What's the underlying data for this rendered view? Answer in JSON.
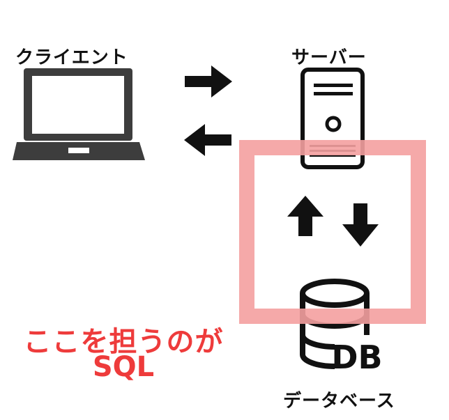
{
  "labels": {
    "client": "クライエント",
    "server": "サーバー",
    "database": "データベース"
  },
  "database_icon_text": "DB",
  "caption": {
    "line1": "ここを担うのが",
    "line2": "SQL"
  },
  "icons": {
    "client": "laptop-icon",
    "server": "server-tower-icon",
    "database": "database-cylinder-icon",
    "request_arrow": "arrow-right-icon",
    "response_arrow": "arrow-left-icon",
    "query_arrow": "arrow-up-icon",
    "result_arrow": "arrow-down-icon"
  },
  "colors": {
    "ink": "#111111",
    "laptop": "#3d3d3d",
    "highlight": "#f4a0a0",
    "caption": "#ee3b3b"
  }
}
